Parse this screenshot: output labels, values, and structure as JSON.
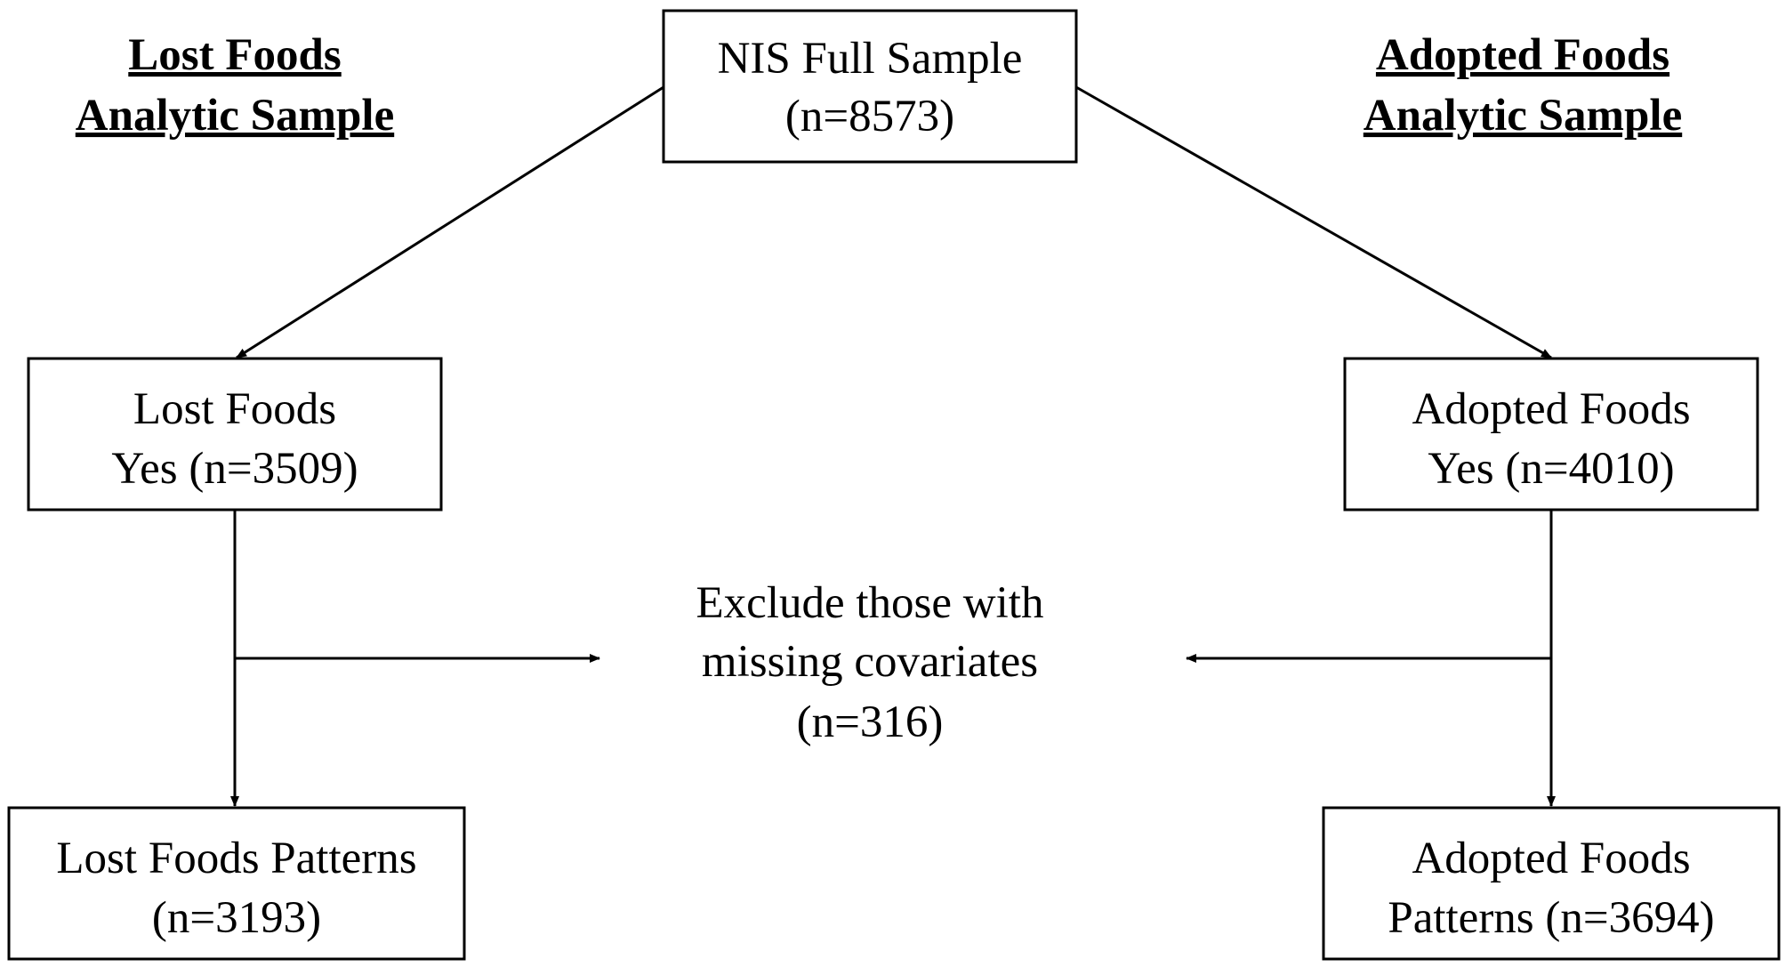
{
  "headings": {
    "left": {
      "line1": "Lost Foods",
      "line2": "Analytic Sample"
    },
    "right": {
      "line1": "Adopted Foods",
      "line2": "Analytic Sample"
    }
  },
  "nodes": {
    "full_sample": {
      "line1": "NIS Full Sample",
      "line2": "(n=8573)"
    },
    "lost_yes": {
      "line1": "Lost Foods",
      "line2": "Yes (n=3509)"
    },
    "adopted_yes": {
      "line1": "Adopted Foods",
      "line2": "Yes (n=4010)"
    },
    "exclusion": {
      "line1": "Exclude those with",
      "line2": "missing covariates",
      "line3": "(n=316)"
    },
    "lost_patterns": {
      "line1": "Lost Foods Patterns",
      "line2": "(n=3193)"
    },
    "adopted_patterns": {
      "line1": "Adopted Foods",
      "line2": "Patterns (n=3694)"
    }
  },
  "colors": {
    "stroke": "#000000",
    "background": "#ffffff",
    "text": "#000000"
  }
}
